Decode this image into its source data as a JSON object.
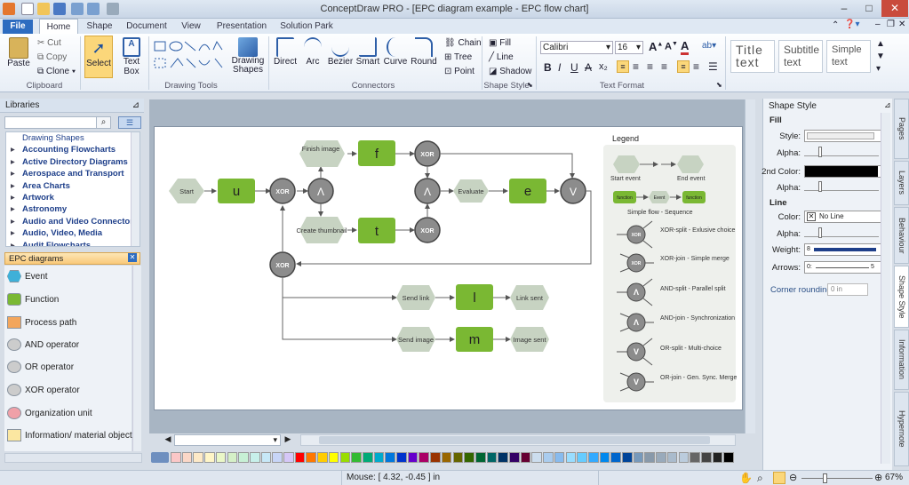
{
  "window": {
    "title": "ConceptDraw PRO - [EPC diagram example - EPC flow chart]"
  },
  "tabs": {
    "file": "File",
    "items": [
      "Home",
      "Shape",
      "Document",
      "View",
      "Presentation",
      "Solution Park"
    ]
  },
  "ribbon": {
    "clipboard": {
      "paste": "Paste",
      "cut": "Cut",
      "copy": "Copy",
      "clone": "Clone",
      "label": "Clipboard"
    },
    "select": {
      "select": "Select",
      "textbox": "Text Box"
    },
    "drawing_tools": {
      "label": "Drawing Tools",
      "drawing_shapes": "Drawing Shapes"
    },
    "connectors": {
      "label": "Connectors",
      "items": [
        "Direct",
        "Arc",
        "Bezier",
        "Smart",
        "Curve",
        "Round"
      ],
      "chain": "Chain",
      "tree": "Tree",
      "point": "Point"
    },
    "shape_style": {
      "label": "Shape Style",
      "fill": "Fill",
      "line": "Line",
      "shadow": "Shadow"
    },
    "text_format": {
      "label": "Text Format",
      "font": "Calibri",
      "size": "16"
    },
    "styles": {
      "title": "Title text",
      "subtitle": "Subtitle text",
      "simple": "Simple text"
    }
  },
  "libraries": {
    "header": "Libraries",
    "tree": [
      "Drawing Shapes",
      "Accounting Flowcharts",
      "Active Directory Diagrams",
      "Aerospace and Transport",
      "Area Charts",
      "Artwork",
      "Astronomy",
      "Audio and Video Connectors",
      "Audio, Video, Media",
      "Audit Flowcharts"
    ],
    "epc_header": "EPC diagrams",
    "epc_items": [
      "Event",
      "Function",
      "Process path",
      "AND operator",
      "OR operator",
      "XOR operator",
      "Organization unit",
      "Information/ material object"
    ]
  },
  "diagram": {
    "nodes": {
      "start": "Start",
      "u": "u",
      "xor1": "XOR",
      "and1": "Λ",
      "finish_image": "Finish image",
      "f": "f",
      "xor2": "XOR",
      "create_thumb": "Create thumbnail",
      "t": "t",
      "xor3": "XOR",
      "and2": "Λ",
      "evaluate": "Evaluate",
      "e": "e",
      "or1": "V",
      "xor4": "XOR",
      "send_link": "Send link",
      "l": "l",
      "link_sent": "Link sent",
      "send_image": "Send image",
      "m": "m",
      "image_sent": "Image sent"
    },
    "legend": {
      "title": "Legend",
      "start_event": "Start event",
      "end_event": "End event",
      "function": "function",
      "event": "Event",
      "simple_flow": "Simple flow - Sequence",
      "xor": "XOR",
      "and": "Λ",
      "or": "V",
      "xor_split": "XOR-split - Exlusive choice",
      "xor_join": "XOR-join - Simple merge",
      "and_split": "AND-split - Parallel split",
      "and_join": "AND-join - Synchronization",
      "or_split": "OR-split - Multi-choice",
      "or_join": "OR-join - Gen. Sync. Merge"
    }
  },
  "shape_style_panel": {
    "title": "Shape Style",
    "fill": "Fill",
    "style": "Style:",
    "alpha": "Alpha:",
    "second_color": "2nd Color:",
    "line": "Line",
    "color": "Color:",
    "no_line": "No Line",
    "weight": "Weight:",
    "weight_val": "8",
    "arrows": "Arrows:",
    "arrows_val": "5",
    "corner_rounding": "Corner rounding:",
    "corner_val": "0 in"
  },
  "side_tabs": [
    "Pages",
    "Layers",
    "Behaviour",
    "Shape Style",
    "Information",
    "Hypernote"
  ],
  "status": {
    "mouse": "Mouse: [ 4.32, -0.45 ] in",
    "zoom": "67%"
  },
  "colors": {
    "function_green": "#7ab833",
    "event_grey": "#c7d3c2",
    "operator_grey": "#8c8c8c",
    "accent_blue": "#2d6cc0"
  }
}
